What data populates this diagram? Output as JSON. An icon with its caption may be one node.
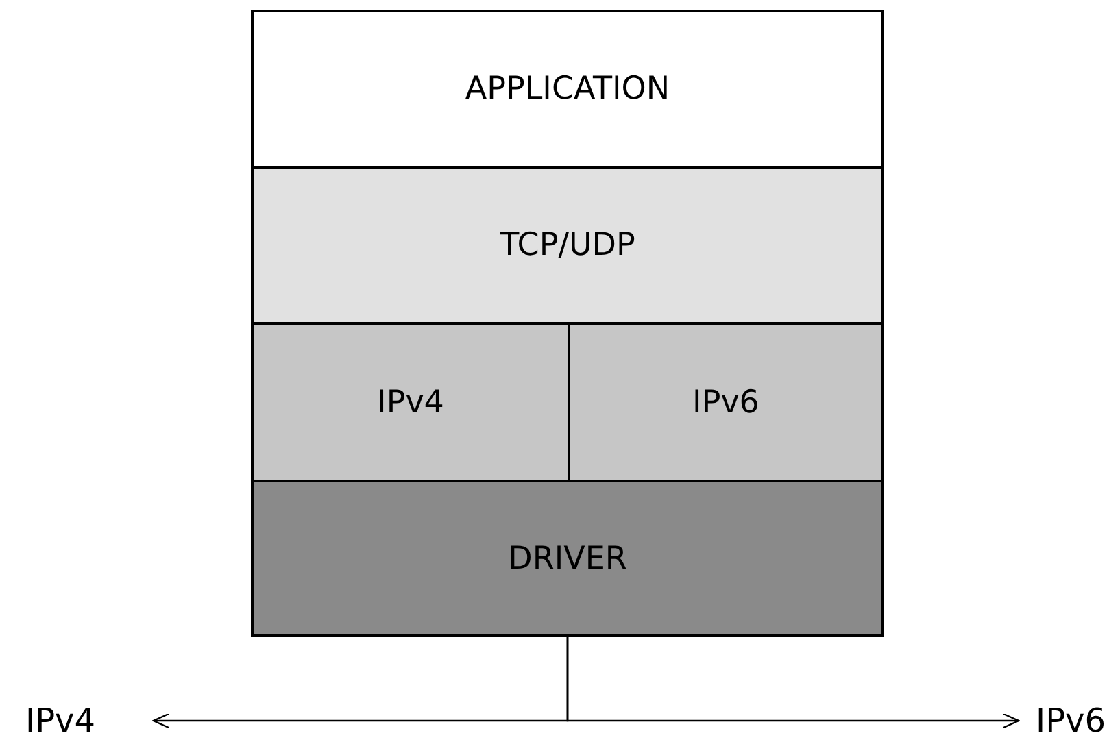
{
  "diagram": {
    "nodes": [
      {
        "text": [
          "APPLICATION"
        ]
      },
      {
        "text": [
          "TCP/UDP"
        ]
      },
      {
        "text": [
          "IPv4"
        ]
      },
      {
        "text": [
          "IPv6"
        ]
      },
      {
        "text": [
          "DRIVER"
        ]
      },
      {
        "text": [
          "IPv4"
        ]
      },
      {
        "text": [
          "IPv6"
        ]
      }
    ],
    "edges": [
      {
        "from": 4,
        "to": 5,
        "arrow": "to"
      },
      {
        "from": 4,
        "to": 6,
        "arrow": "to"
      }
    ]
  }
}
